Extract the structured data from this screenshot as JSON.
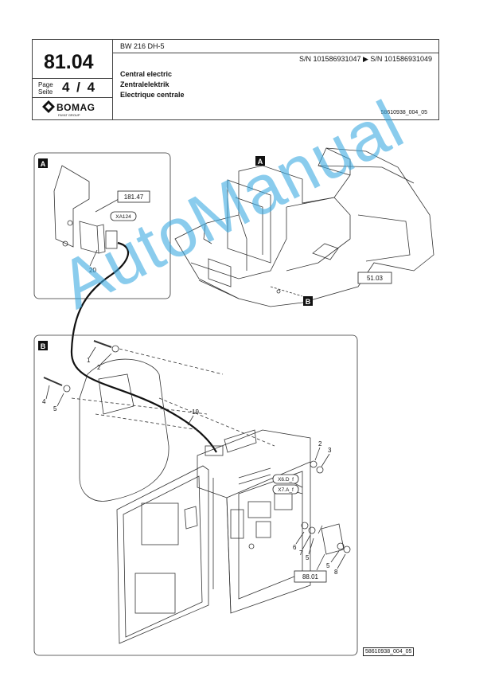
{
  "header": {
    "section": "81.04",
    "page_label_de": "Page",
    "page_label_en": "Seite",
    "page": "4 / 4",
    "model": "BW 216 DH-5",
    "serial_range": "S/N 101586931047  ▶  S/N 101586931049",
    "title_en": "Central electric",
    "title_de": "Zentralelektrik",
    "title_fr": "Electrique centrale",
    "doc_number": "58610938_004_05",
    "logo_text": "BOMAG",
    "logo_sub": "FAYAT GROUP"
  },
  "callouts": {
    "view_a": "A",
    "view_b": "B",
    "ref_181_47": "181.47",
    "ref_51_03": "51.03",
    "ref_88_01": "88.01",
    "conn_xa124": "XA124",
    "conn_x6": "X6.D_f",
    "conn_x7": "X7.A_f",
    "p1": "1",
    "p2": "2",
    "p3": "3",
    "p4": "4",
    "p5": "5",
    "p6": "6",
    "p7": "7",
    "p8": "8",
    "p19": "19",
    "p20": "20"
  },
  "footer_id": "58610938_004_05",
  "watermark": "AutoManual"
}
